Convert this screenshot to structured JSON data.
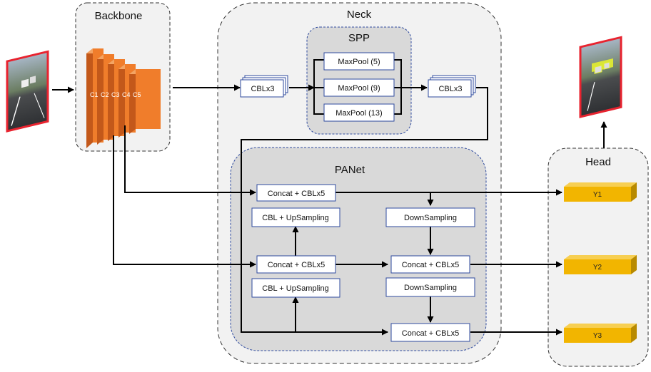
{
  "backbone": {
    "title": "Backbone",
    "layers": [
      "C1",
      "C2",
      "C3",
      "C4",
      "C5"
    ]
  },
  "neck": {
    "title": "Neck",
    "spp": {
      "title": "SPP",
      "pools": [
        "MaxPool (5)",
        "MaxPool (9)",
        "MaxPool (13)"
      ]
    },
    "cbl_in": "CBLx3",
    "cbl_out": "CBLx3",
    "panet": {
      "title": "PANet",
      "concat_top": "Concat + CBLx5",
      "up_top": "CBL + UpSampling",
      "concat_mid": "Concat + CBLx5",
      "up_bottom": "CBL + UpSampling",
      "down_top": "DownSampling",
      "concat_right_mid": "Concat + CBLx5",
      "down_bottom": "DownSampling",
      "concat_bottom": "Concat + CBLx5"
    }
  },
  "head": {
    "title": "Head",
    "outputs": [
      "Y1",
      "Y2",
      "Y3"
    ]
  },
  "colors": {
    "frame_red": "#e8232f",
    "layer_orange": "#f07d2b",
    "output_gold": "#f2b500",
    "group_gray": "#d9d9d9",
    "panel_gray": "#f2f2f2",
    "dash_blue": "#2e4a9e"
  }
}
